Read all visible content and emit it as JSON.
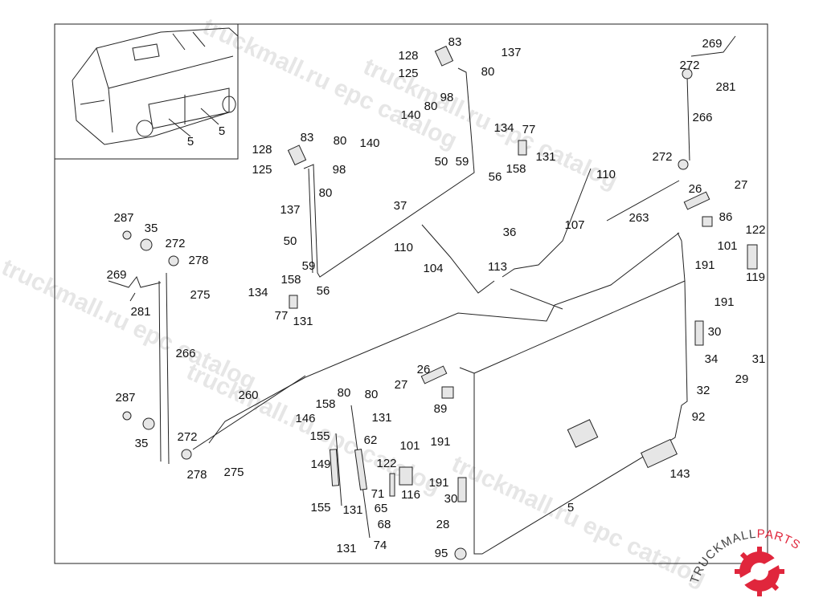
{
  "diagram": {
    "inset_labels": [
      "5",
      "5"
    ],
    "labels": [
      "83",
      "128",
      "137",
      "125",
      "80",
      "98",
      "80",
      "140",
      "269",
      "272",
      "281",
      "266",
      "272",
      "83",
      "128",
      "80",
      "140",
      "125",
      "98",
      "80",
      "137",
      "37",
      "134",
      "77",
      "131",
      "50",
      "59",
      "158",
      "56",
      "110",
      "26",
      "27",
      "263",
      "86",
      "107",
      "36",
      "287",
      "35",
      "272",
      "278",
      "122",
      "101",
      "110",
      "104",
      "113",
      "50",
      "59",
      "191",
      "119",
      "269",
      "275",
      "158",
      "56",
      "134",
      "191",
      "281",
      "77",
      "131",
      "30",
      "266",
      "34",
      "31",
      "29",
      "80",
      "80",
      "26",
      "27",
      "32",
      "287",
      "158",
      "89",
      "260",
      "146",
      "131",
      "92",
      "35",
      "155",
      "62",
      "272",
      "101",
      "191",
      "149",
      "122",
      "143",
      "278",
      "275",
      "116",
      "191",
      "30",
      "5",
      "71",
      "155",
      "131",
      "65",
      "28",
      "68",
      "131",
      "74",
      "95"
    ],
    "watermarks": [
      "truckmall.ru epc catalog",
      "truckmall.ru epc catalog",
      "truckmall.ru epc catalog",
      "truckmall.ru epc catalog",
      "truckmall.ru epc catalog"
    ]
  },
  "logo": {
    "text_dark": "TRUCKMALL",
    "text_accent": "PARTS",
    "accent_color": "#e0263c",
    "dark_color": "#444444"
  },
  "colors": {
    "line": "#222222",
    "background": "#ffffff"
  }
}
